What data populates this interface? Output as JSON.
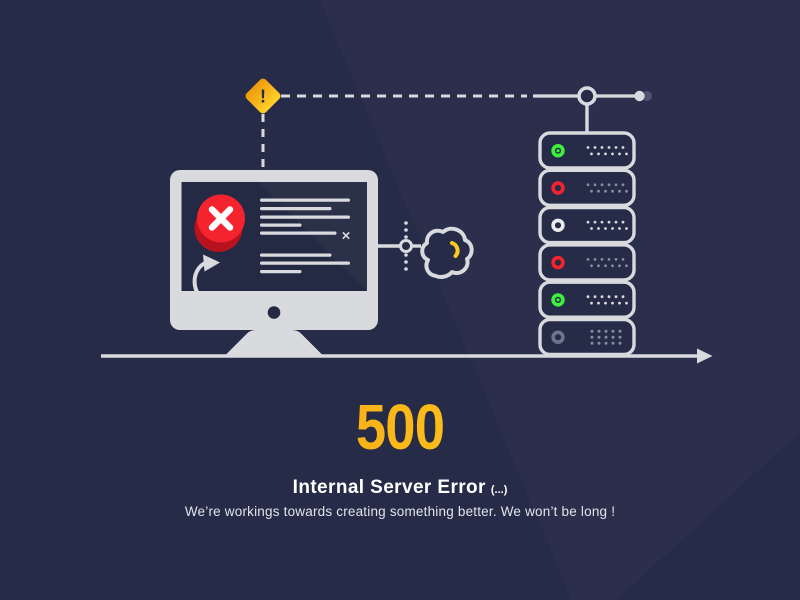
{
  "page": {
    "error_code": "500",
    "error_title": "Internal Server Error",
    "error_title_suffix": "(...)",
    "error_message": "We’re workings towards creating something better. We won’t be long !"
  },
  "colors": {
    "background": "#262b48",
    "foreground_light": "#d8dade",
    "screen_navy": "#252a44",
    "accent_yellow": "#ffc91f",
    "accent_orange": "#f0940c",
    "error_red": "#f4232e",
    "error_red_dark": "#b8121f",
    "dots_dim": "#868ca0",
    "node_shadow": "#4e5470",
    "text_primary": "#ffffff",
    "text_secondary": "#e2e4ea"
  },
  "illustration": {
    "warning_glyph": "!",
    "close_glyph": "×",
    "server_rack": {
      "status_colors": {
        "green-active": "#3cf23c",
        "red": "#f4232e",
        "white": "#e9ebf0",
        "gray": "#6e7389"
      },
      "units": [
        {
          "status": "green-active",
          "dots": "bright"
        },
        {
          "status": "red",
          "dots": "dim"
        },
        {
          "status": "white",
          "dots": "bright"
        },
        {
          "status": "red",
          "dots": "dim"
        },
        {
          "status": "green-active",
          "dots": "bright"
        },
        {
          "status": "gray",
          "dots": "dim",
          "dots_style": "grid"
        }
      ]
    }
  }
}
